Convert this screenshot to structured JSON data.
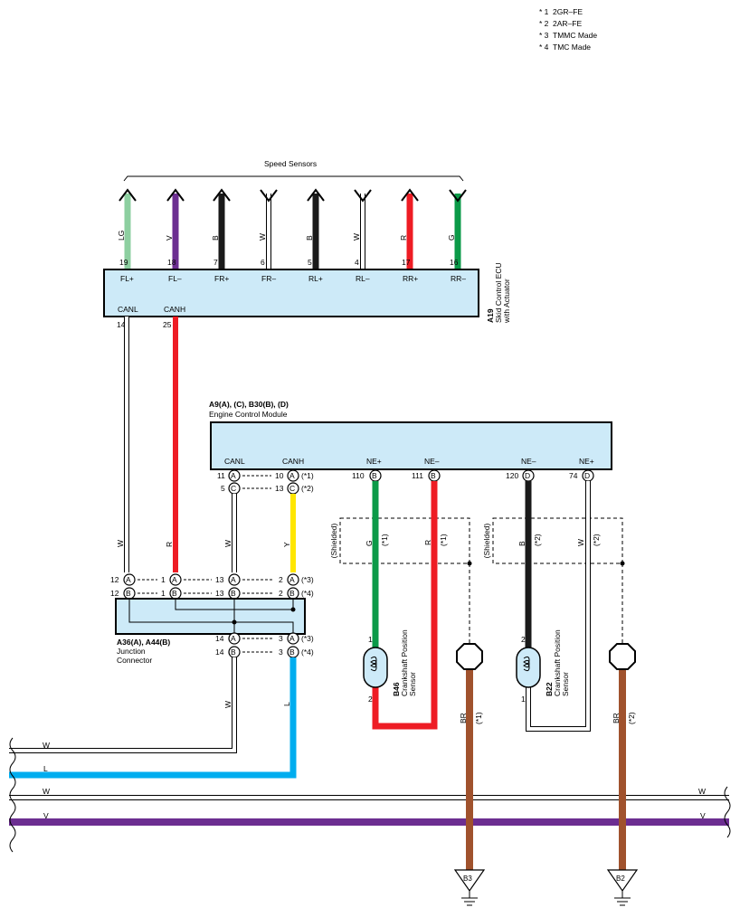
{
  "legend": [
    {
      "mark": "* 1",
      "text": "2GR–FE"
    },
    {
      "mark": "* 2",
      "text": "2AR–FE"
    },
    {
      "mark": "* 3",
      "text": "TMMC Made"
    },
    {
      "mark": "* 4",
      "text": "TMC Made"
    }
  ],
  "colors": {
    "LG": "#8dcfa0",
    "V": "#6c2e91",
    "B": "#1a1a1a",
    "W": "#ffffff",
    "R": "#ee1c24",
    "G": "#0b9a48",
    "Y": "#ffe600",
    "L": "#00adef",
    "BR": "#a0522d",
    "box_fill": "#cdeaf8"
  },
  "speed_sensors": {
    "title": "Speed Sensors",
    "wires": [
      {
        "color": "LG",
        "pin": "19",
        "terminal": "FL+",
        "dir": "up"
      },
      {
        "color": "V",
        "pin": "18",
        "terminal": "FL–",
        "dir": "up"
      },
      {
        "color": "B",
        "pin": "7",
        "terminal": "FR+",
        "dir": "up"
      },
      {
        "color": "W",
        "pin": "6",
        "terminal": "FR–",
        "dir": "down"
      },
      {
        "color": "B",
        "pin": "5",
        "terminal": "RL+",
        "dir": "up"
      },
      {
        "color": "W",
        "pin": "4",
        "terminal": "RL–",
        "dir": "down"
      },
      {
        "color": "R",
        "pin": "17",
        "terminal": "RR+",
        "dir": "up"
      },
      {
        "color": "G",
        "pin": "16",
        "terminal": "RR–",
        "dir": "down"
      }
    ]
  },
  "skid_ecu": {
    "id": "A19",
    "name_line1": "Skid Control ECU",
    "name_line2": "with Actuator",
    "canl": "CANL",
    "canh": "CANH",
    "canl_pin": "14",
    "canh_pin": "25"
  },
  "ecm": {
    "id": "A9(A), (C), B30(B), (D)",
    "name": "Engine Control Module",
    "terminals": [
      "CANL",
      "CANH",
      "NE+",
      "NE–",
      "NE–",
      "NE+"
    ],
    "pins": {
      "canl_a": "11",
      "canl_c": "5",
      "canh_a": "10",
      "canh_c": "13",
      "ne1_plus": "110",
      "ne1_minus": "111",
      "ne2_minus": "120",
      "ne2_plus": "74"
    },
    "letters": {
      "A": "A",
      "B": "B",
      "C": "C",
      "D": "D"
    },
    "notes": {
      "n1": "(*1)",
      "n2": "(*2)",
      "n3": "(*3)",
      "n4": "(*4)"
    }
  },
  "wire_labels": {
    "w": "W",
    "r": "R",
    "y": "Y",
    "g": "G",
    "b": "B",
    "l": "L",
    "v": "V",
    "br": "BR",
    "star1": "(*1)",
    "star2": "(*2)",
    "shielded": "(Shielded)"
  },
  "junction": {
    "id": "A36(A), A44(B)",
    "name_line1": "Junction",
    "name_line2": "Connector",
    "top_pins": [
      "12",
      "12",
      "1",
      "1",
      "13",
      "13",
      "2",
      "2"
    ],
    "bottom_pins": [
      "14",
      "14",
      "3",
      "3"
    ]
  },
  "sensor_b46": {
    "id": "B46",
    "name_line1": "Crankshaft Position",
    "name_line2": "Sensor",
    "pin1": "1",
    "pin2": "2"
  },
  "sensor_b22": {
    "id": "B22",
    "name_line1": "Crankshaft Position",
    "name_line2": "Sensor",
    "pin1": "2",
    "pin2": "1"
  },
  "grounds": {
    "g1": "B3",
    "g2": "B2"
  }
}
